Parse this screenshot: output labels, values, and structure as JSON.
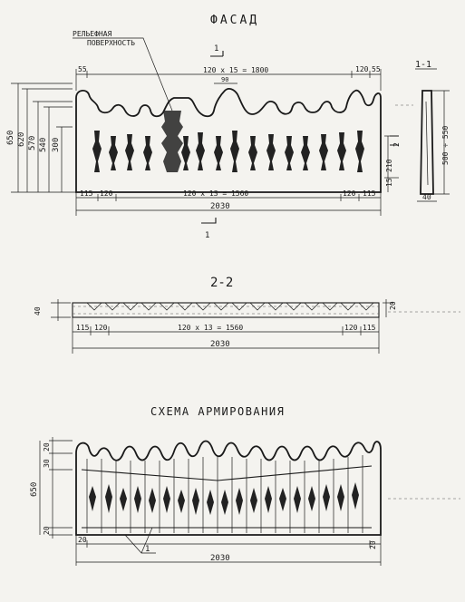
{
  "titles": {
    "facade": "ФАСАД",
    "section22": "2-2",
    "reinforcement": "СХЕМА  АРМИРОВАНИЯ",
    "section11": "1-1"
  },
  "callouts": {
    "relief_line1": "РЕЛЬЕФНАЯ",
    "relief_line2": "ПОВЕРХНОСТЬ",
    "cut_mark": "1"
  },
  "facade_dims": {
    "top_left": "55",
    "top_mid": "120 x 15 = 1800",
    "top_right_a": "120",
    "top_right_b": "55",
    "crest": "90",
    "bot_left_a": "115",
    "bot_left_b": "120",
    "bot_mid": "120 x 13 = 1560",
    "bot_right_a": "120",
    "bot_right_b": "115",
    "total": "2030",
    "h650": "650",
    "h620": "620",
    "h570": "570",
    "h540": "540",
    "h300": "300",
    "h210": "210",
    "h15": "15",
    "h_small": "2",
    "s11_height": "500 ÷ 550",
    "s11_width": "40"
  },
  "section22_dims": {
    "thick": "40",
    "right": "20",
    "left_a": "115",
    "left_b": "120",
    "mid": "120 x 13 = 1560",
    "right_a": "120",
    "right_b": "115",
    "total": "2030"
  },
  "reinf_dims": {
    "top_a": "20",
    "top_b": "30",
    "height": "650",
    "bottom": "20",
    "left_cover": "20",
    "right_cover": "20",
    "total": "2030",
    "bar_mark": "1"
  }
}
